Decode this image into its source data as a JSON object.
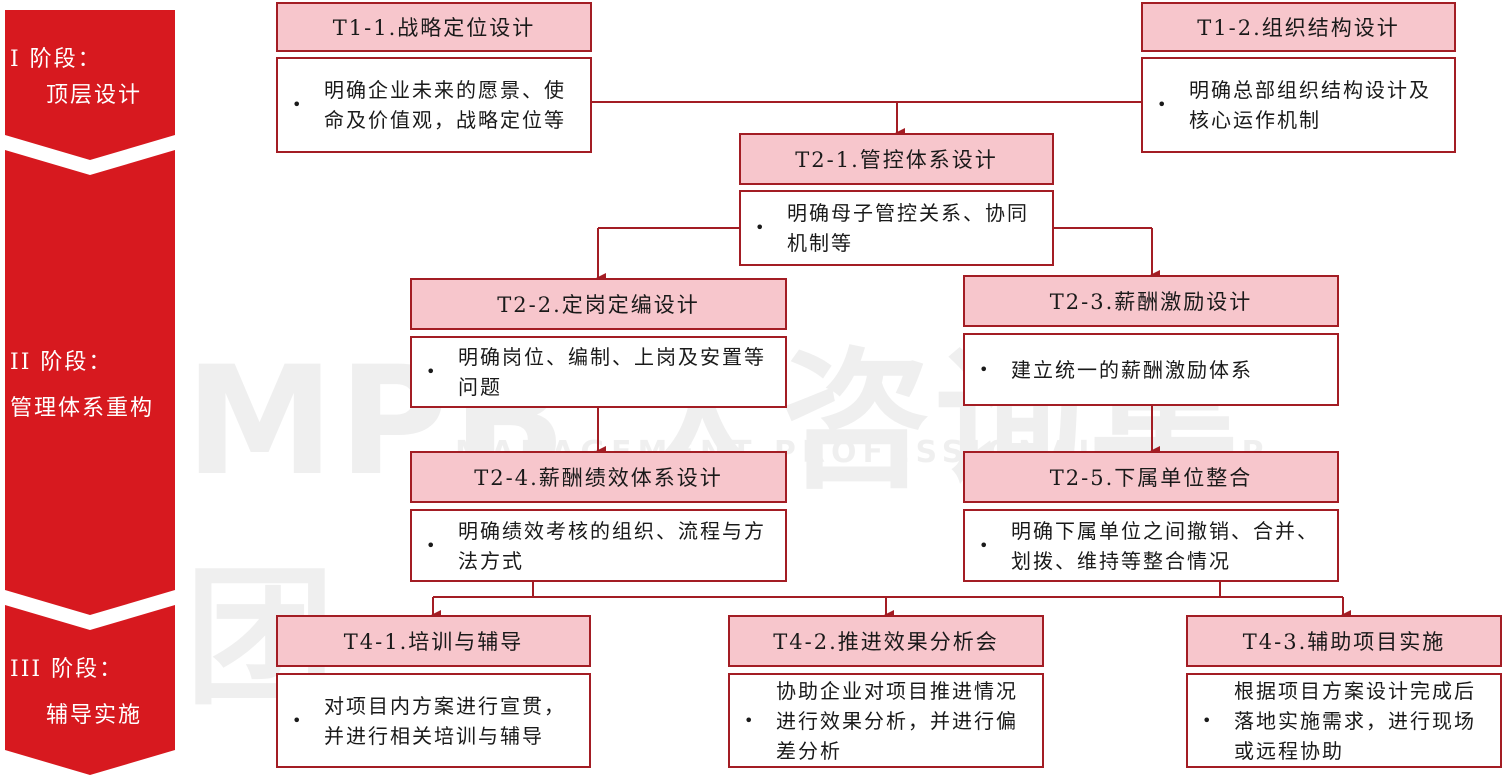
{
  "phases": [
    {
      "line1": "I 阶段：",
      "line2": "顶层设计"
    },
    {
      "line1": "II 阶段：",
      "line2": "管理体系重构"
    },
    {
      "line1": "III 阶段：",
      "line2": "辅导实施"
    }
  ],
  "boxes": {
    "t1_1": {
      "title": "T1-1.战略定位设计",
      "desc": "明确企业未来的愿景、使命及价值观，战略定位等"
    },
    "t1_2": {
      "title": "T1-2.组织结构设计",
      "desc": "明确总部组织结构设计及核心运作机制"
    },
    "t2_1": {
      "title": "T2-1.管控体系设计",
      "desc": "明确母子管控关系、协同机制等"
    },
    "t2_2": {
      "title": "T2-2.定岗定编设计",
      "desc": "明确岗位、编制、上岗及安置等问题"
    },
    "t2_3": {
      "title": "T2-3.薪酬激励设计",
      "desc": "建立统一的薪酬激励体系"
    },
    "t2_4": {
      "title": "T2-4.薪酬绩效体系设计",
      "desc": "明确绩效考核的组织、流程与方法方式"
    },
    "t2_5": {
      "title": "T2-5.下属单位整合",
      "desc": "明确下属单位之间撤销、合并、划拨、维持等整合情况"
    },
    "t4_1": {
      "title": "T4-1.培训与辅导",
      "desc": "对项目内方案进行宣贯，并进行相关培训与辅导"
    },
    "t4_2": {
      "title": "T4-2.推进效果分析会",
      "desc": "协助企业对项目推进情况进行效果分析，并进行偏差分析"
    },
    "t4_3": {
      "title": "T4-3.辅助项目实施",
      "desc": "根据项目方案设计完成后落地实施需求，进行现场或远程协助"
    }
  },
  "bullet": "•",
  "watermark": {
    "logo_text": "MPB 大咨询集团",
    "subtitle": "MANAGEMENT PROFESSIONAL GROUP"
  },
  "colors": {
    "accent": "#d7191f",
    "border": "#a31d24",
    "title_fill": "#f7c6cc"
  }
}
